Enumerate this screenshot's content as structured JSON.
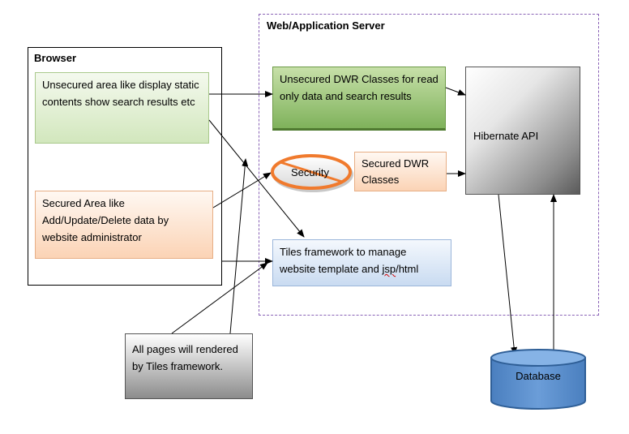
{
  "groups": {
    "browser": "Browser",
    "server": "Web/Application Server"
  },
  "boxes": {
    "unsecured_area": "Unsecured area like display static contents show search results etc",
    "secured_area": "Secured Area like Add/Update/Delete data by website administrator",
    "unsecured_dwr": "Unsecured DWR Classes for read only data and search results",
    "security": "Security",
    "secured_dwr": "Secured DWR Classes",
    "tiles_prefix": "Tiles framework to manage website template and ",
    "tiles_jsp": "jsp",
    "tiles_suffix": "/html",
    "hibernate": "Hibernate API",
    "database": "Database",
    "note": "All pages will rendered by Tiles framework."
  },
  "colors": {
    "server_border": "#8a63b6",
    "database_fill": "#5b8fcd",
    "security_ring": "#f07a2d"
  }
}
